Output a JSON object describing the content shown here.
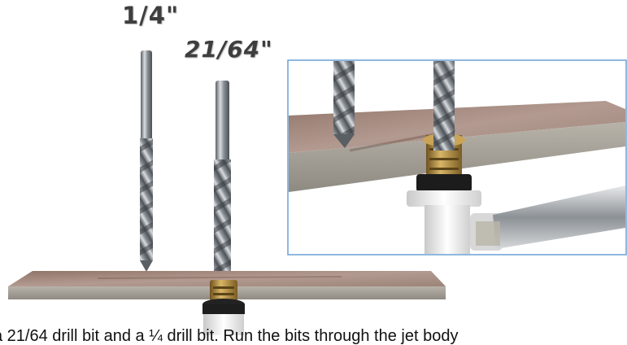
{
  "drill_labels": {
    "quarter": "1/4\"",
    "twenty_one_sixty_fourth": "21/64\""
  },
  "caption": "a 21/64 drill bit and a ¼ drill bit. Run the bits through the jet body",
  "colors": {
    "inset_border": "#6aa0d6",
    "countertop_top": "#a08a80",
    "countertop_edge": "#a9a49a",
    "brass": "#b08a3a",
    "gasket": "#1e1e1e",
    "pipe": "#f2f2f2"
  }
}
